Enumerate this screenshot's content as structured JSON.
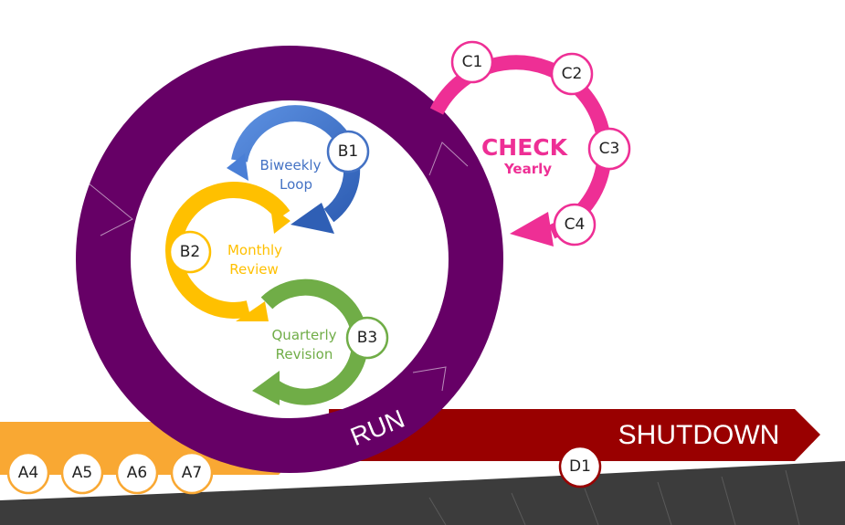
{
  "phases": {
    "run": {
      "label": "RUN",
      "color": "#660066"
    },
    "check": {
      "title": "CHECK",
      "subtitle": "Yearly",
      "color": "#ee2f95"
    },
    "shutdown": {
      "label": "SHUTDOWN",
      "color": "#990000"
    },
    "orange_color": "#f9a833"
  },
  "loops": {
    "biweekly": {
      "line1": "Biweekly",
      "line2": "Loop",
      "color": "#4472c4"
    },
    "monthly": {
      "line1": "Monthly",
      "line2": "Review",
      "color": "#ffc000"
    },
    "quarterly": {
      "line1": "Quarterly",
      "line2": "Revision",
      "color": "#70ad47"
    }
  },
  "nodes": {
    "a4": "A4",
    "a5": "A5",
    "a6": "A6",
    "a7": "A7",
    "b1": "B1",
    "b2": "B2",
    "b3": "B3",
    "c1": "C1",
    "c2": "C2",
    "c3": "C3",
    "c4": "C4",
    "d1": "D1"
  }
}
